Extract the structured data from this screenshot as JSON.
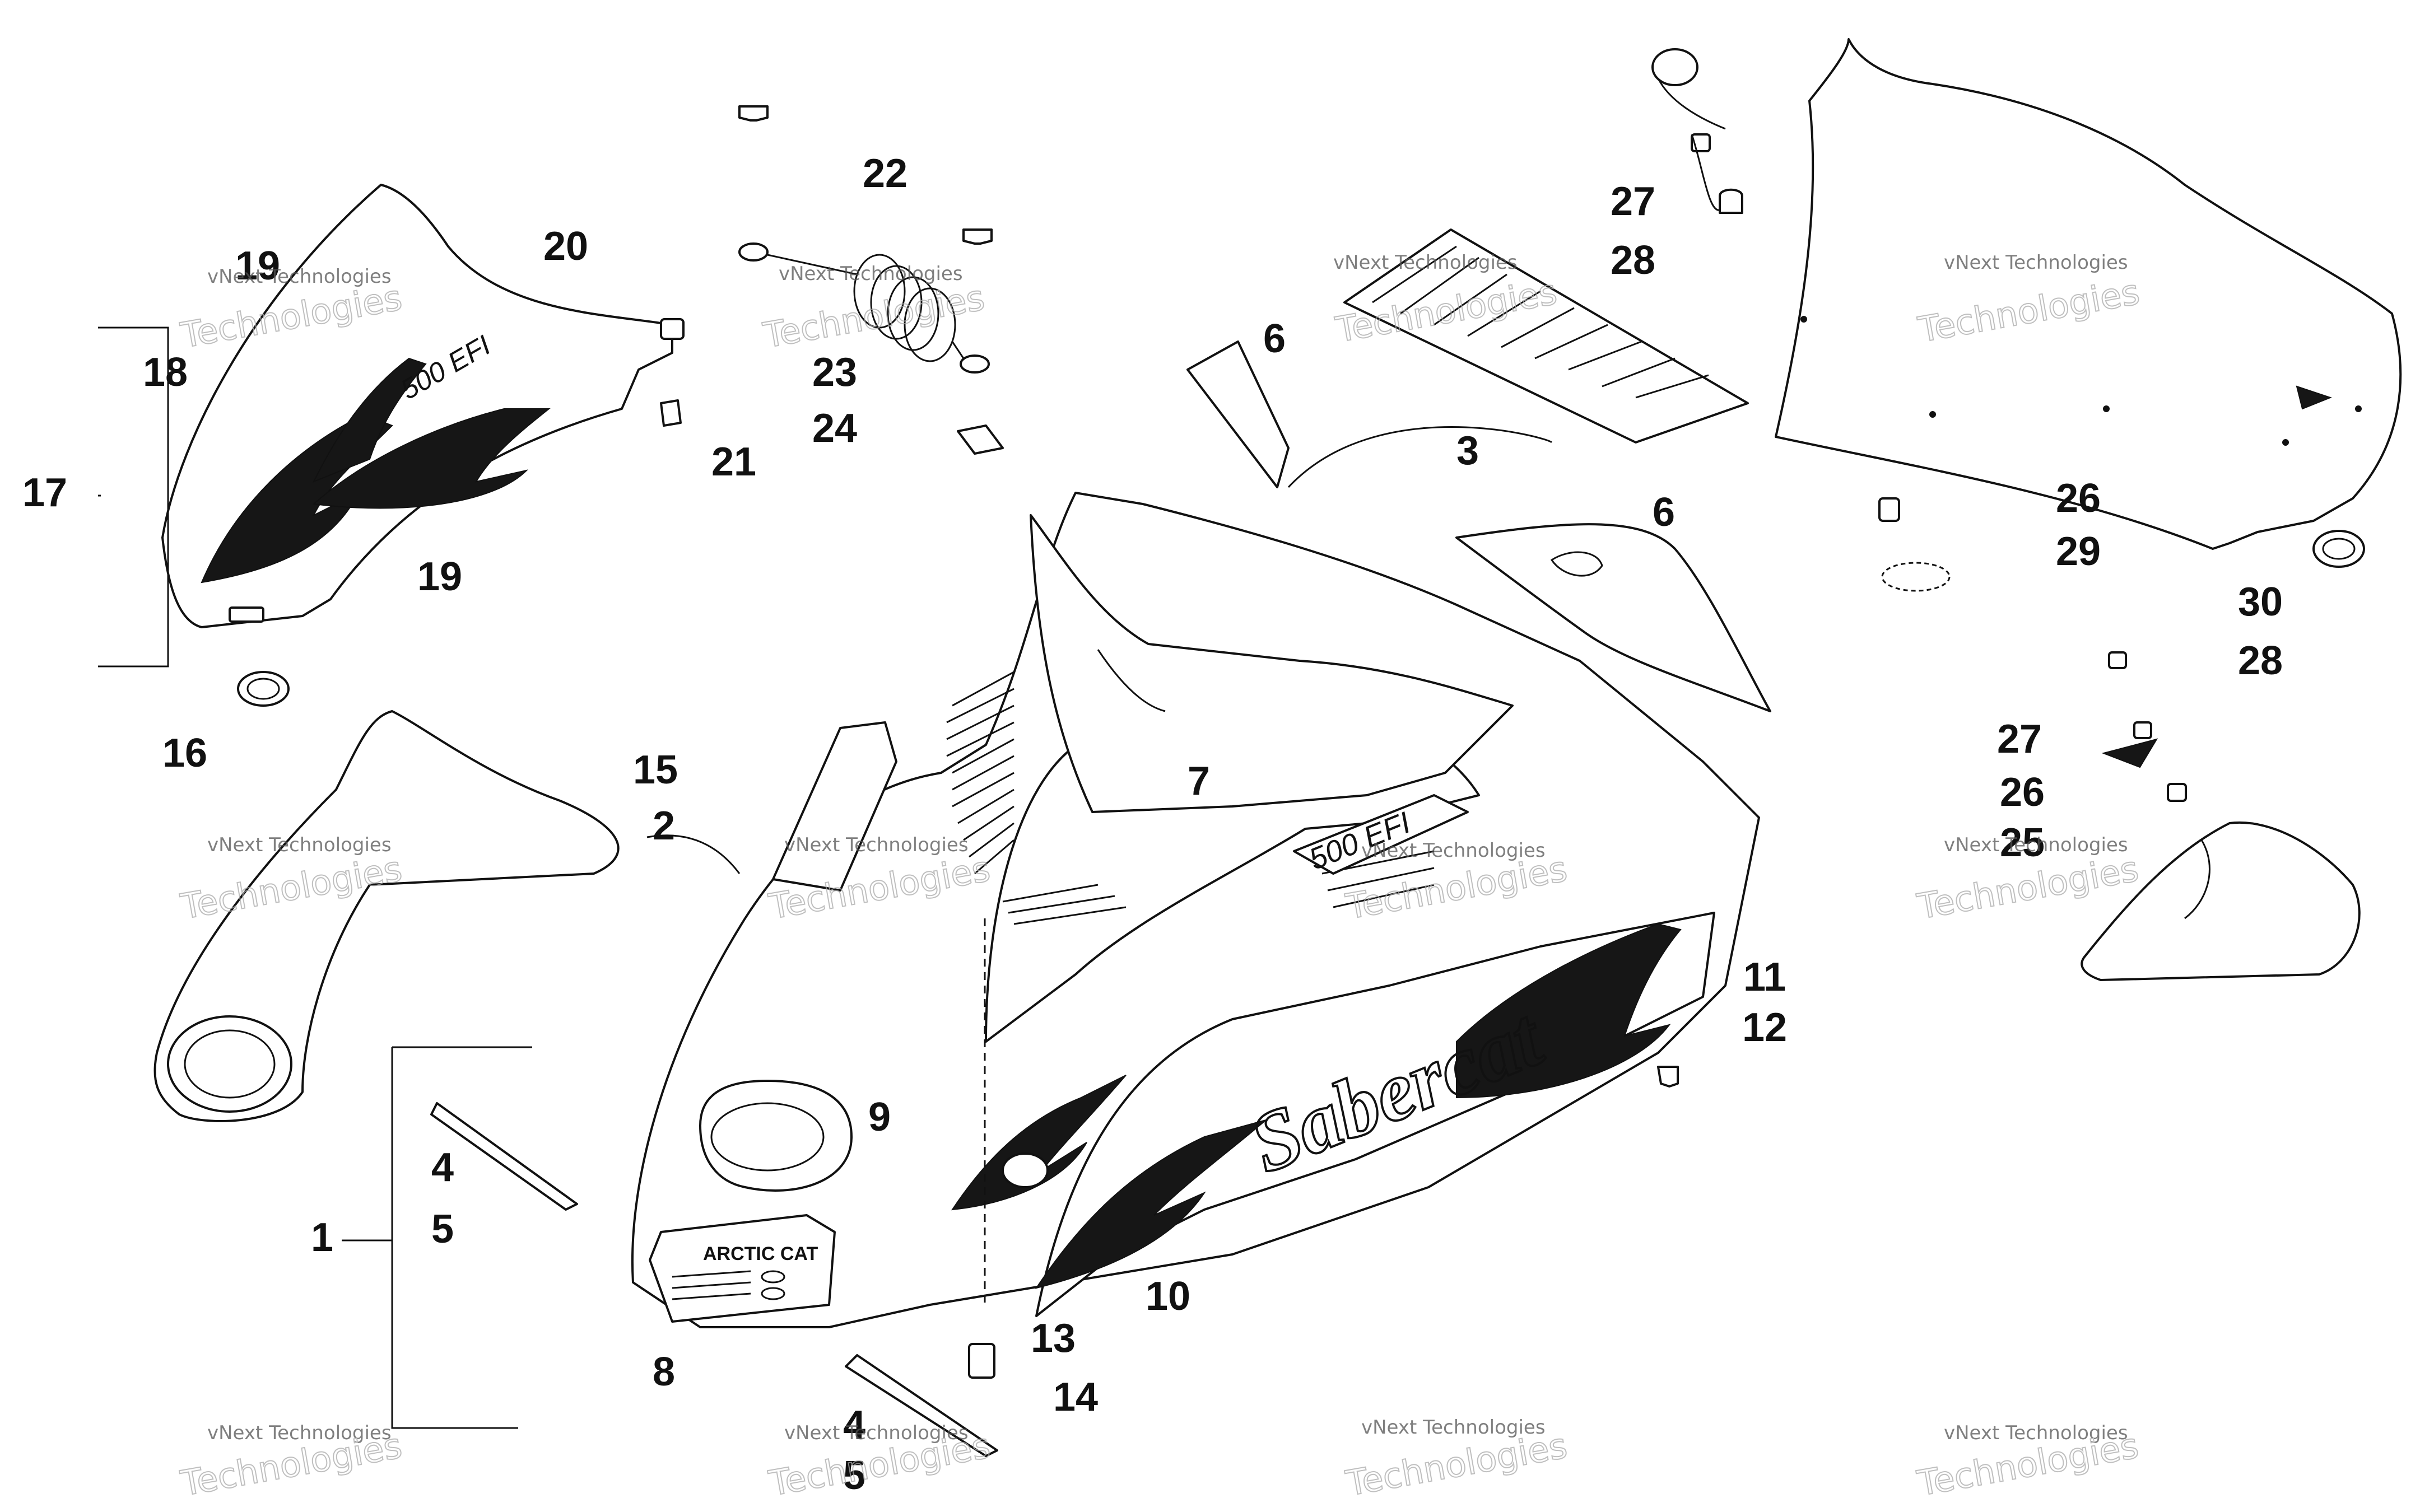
{
  "diagram": {
    "callouts": [
      "1",
      "2",
      "3",
      "4",
      "5",
      "6",
      "7",
      "8",
      "9",
      "10",
      "11",
      "12",
      "13",
      "14",
      "15",
      "16",
      "17",
      "18",
      "19",
      "20",
      "21",
      "22",
      "23",
      "24",
      "25",
      "26",
      "27",
      "28",
      "29",
      "30"
    ],
    "decal_text": "500 EFI",
    "logo_text": "ARCTIC CAT",
    "side_decal_text": "Sabercat",
    "watermark_small": "vNext Technologies",
    "watermark_large": "Technologies"
  }
}
